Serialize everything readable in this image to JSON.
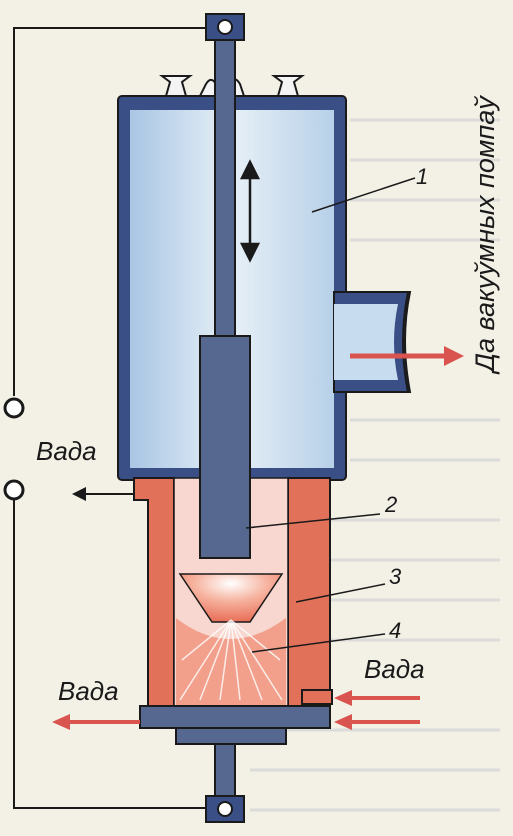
{
  "labels": {
    "water_left": "Вада",
    "water_bottom_left": "Вада",
    "water_right": "Вада",
    "vacuum_pump": "Да вакуўмных помпаў"
  },
  "callouts": [
    "1",
    "2",
    "3",
    "4"
  ],
  "colors": {
    "chamber_outline": "#3a4f86",
    "chamber_inner": "#c7dcef",
    "water_jacket": "#e2715a",
    "arrow_red": "#d9534f",
    "rod": "#56688f",
    "background_text": "#b9bdc6"
  }
}
